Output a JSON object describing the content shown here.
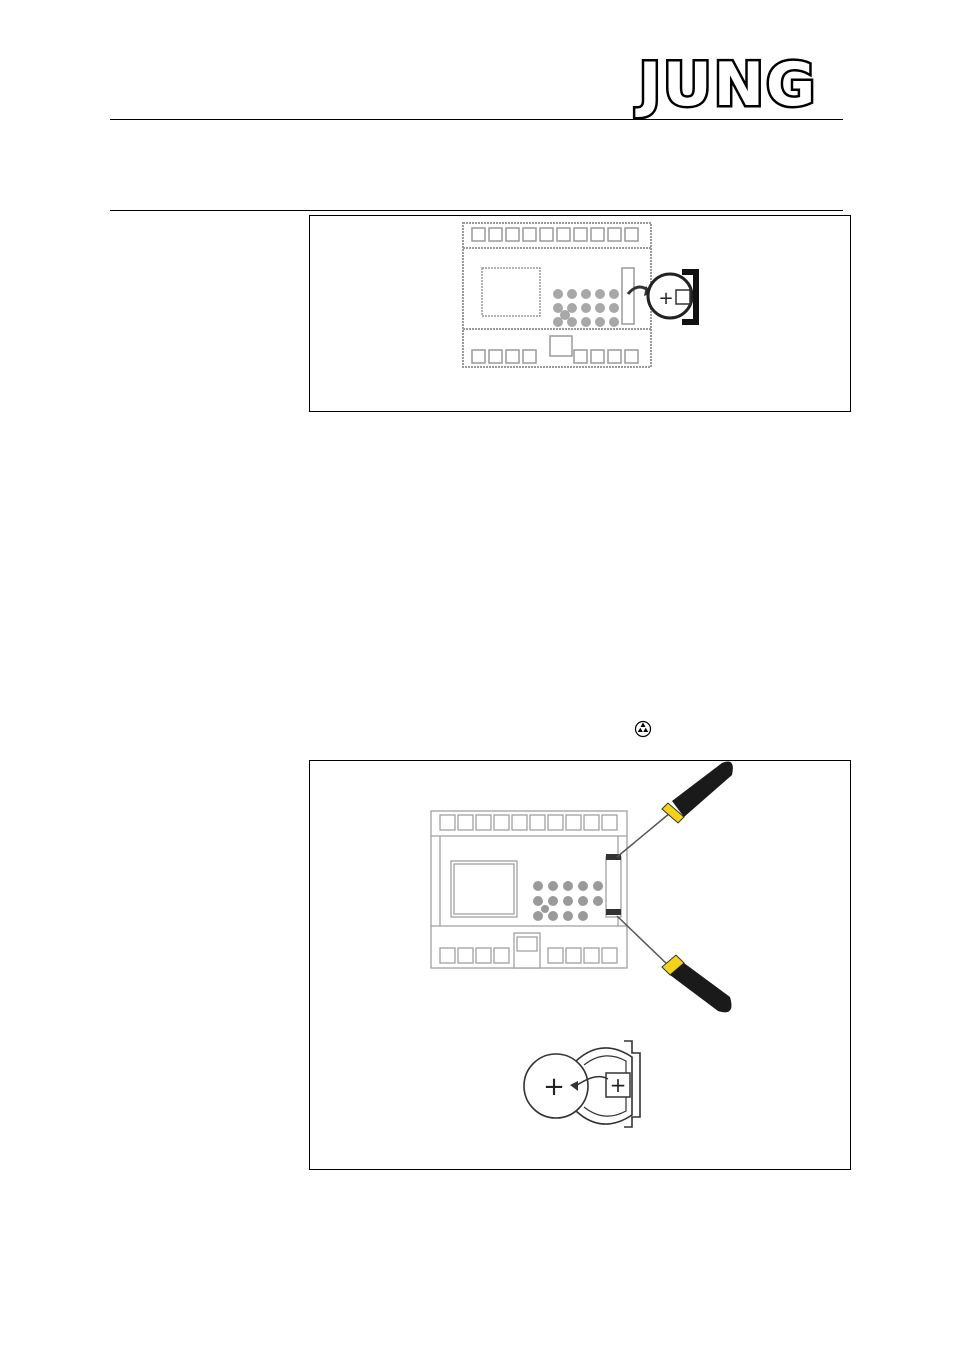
{
  "header": {
    "logo_text": "JUNG",
    "logo_name": "jung-logo"
  },
  "figures": [
    {
      "name": "battery-location-figure",
      "battery_polarity_label": "+"
    },
    {
      "name": "battery-removal-figure",
      "battery_polarity_label": "+",
      "holder_polarity_label": "+"
    }
  ],
  "icons": {
    "recycle": "recycling-symbol-icon"
  },
  "colors": {
    "screwdriver_tip": "#f2d21b",
    "screwdriver_handle": "#1a1a1a",
    "device_outline": "#9a9a9a"
  }
}
